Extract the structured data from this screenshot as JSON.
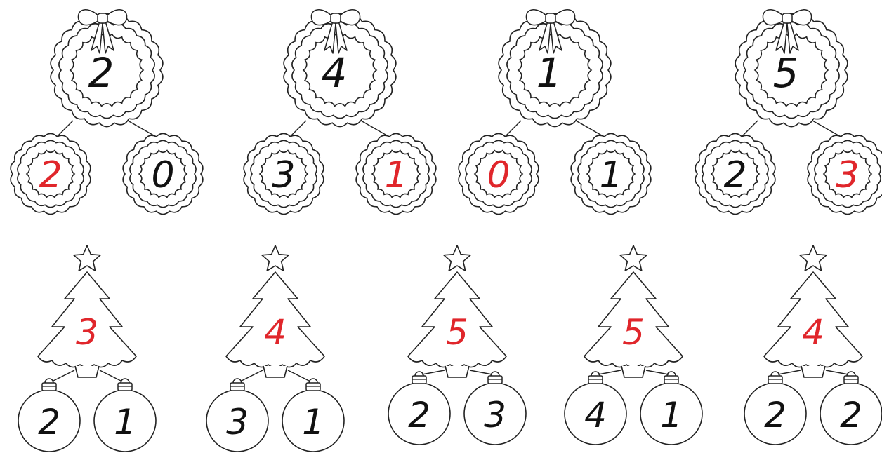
{
  "colors": {
    "line": "#222222",
    "ink_black": "#111111",
    "ink_red": "#e0262b"
  },
  "wreath_groups": [
    {
      "top": {
        "value": "2",
        "color": "black"
      },
      "left": {
        "value": "2",
        "color": "red"
      },
      "right": {
        "value": "0",
        "color": "black"
      }
    },
    {
      "top": {
        "value": "4",
        "color": "black"
      },
      "left": {
        "value": "3",
        "color": "black"
      },
      "right": {
        "value": "1",
        "color": "red"
      }
    },
    {
      "top": {
        "value": "1",
        "color": "black"
      },
      "left": {
        "value": "0",
        "color": "red"
      },
      "right": {
        "value": "1",
        "color": "black"
      }
    },
    {
      "top": {
        "value": "5",
        "color": "black"
      },
      "left": {
        "value": "2",
        "color": "black"
      },
      "right": {
        "value": "3",
        "color": "red"
      }
    }
  ],
  "tree_groups": [
    {
      "top": {
        "value": "3",
        "color": "red"
      },
      "left": {
        "value": "2",
        "color": "black"
      },
      "right": {
        "value": "1",
        "color": "black"
      }
    },
    {
      "top": {
        "value": "4",
        "color": "red"
      },
      "left": {
        "value": "3",
        "color": "black"
      },
      "right": {
        "value": "1",
        "color": "black"
      }
    },
    {
      "top": {
        "value": "5",
        "color": "red"
      },
      "left": {
        "value": "2",
        "color": "black"
      },
      "right": {
        "value": "3",
        "color": "black"
      }
    },
    {
      "top": {
        "value": "5",
        "color": "red"
      },
      "left": {
        "value": "4",
        "color": "black"
      },
      "right": {
        "value": "1",
        "color": "black"
      }
    },
    {
      "top": {
        "value": "4",
        "color": "red"
      },
      "left": {
        "value": "2",
        "color": "black"
      },
      "right": {
        "value": "2",
        "color": "black"
      }
    }
  ]
}
